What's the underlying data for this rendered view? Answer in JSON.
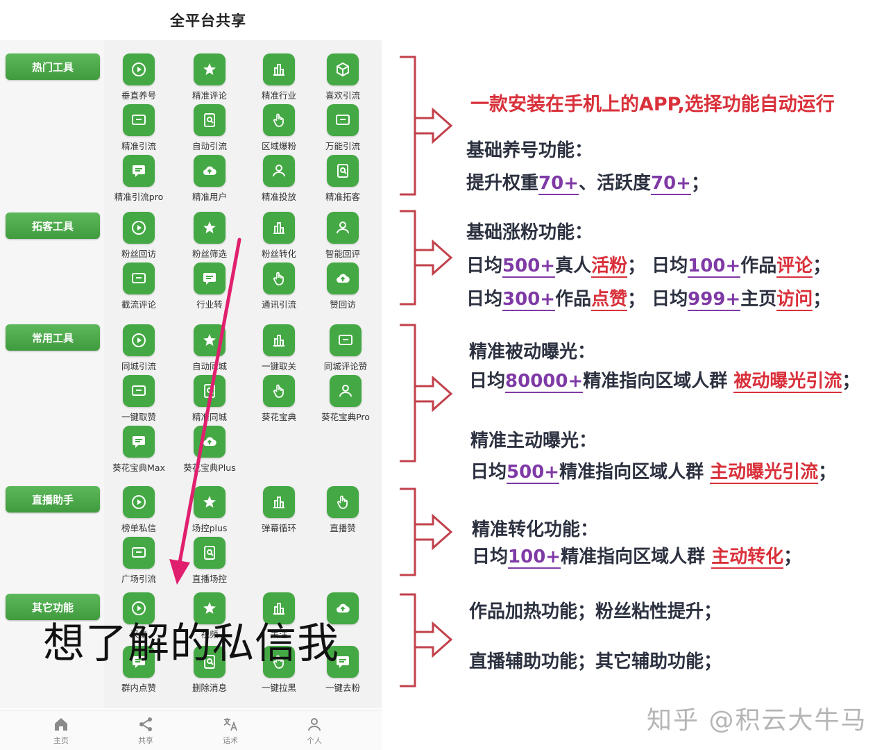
{
  "phone": {
    "title": "全平台共享",
    "categories": [
      {
        "label": "热门工具",
        "tools": [
          "垂直养号",
          "精准评论",
          "精准行业",
          "喜欢引流",
          "精准引流",
          "自动引流",
          "区域爆粉",
          "万能引流",
          "精准引流pro",
          "精准用户",
          "精准投放",
          "精准拓客"
        ]
      },
      {
        "label": "拓客工具",
        "tools": [
          "粉丝回访",
          "粉丝筛选",
          "粉丝转化",
          "智能回评",
          "截流评论",
          "行业转",
          "通讯引流",
          "赞回访"
        ]
      },
      {
        "label": "常用工具",
        "tools": [
          "同城引流",
          "自动同城",
          "一键取关",
          "同城评论赞",
          "一键取赞",
          "精准同城",
          "葵花宝典",
          "葵花宝典Pro",
          "葵花宝典Max",
          "葵花宝典Plus"
        ]
      },
      {
        "label": "直播助手",
        "tools": [
          "榜单私信",
          "场控plus",
          "弹幕循环",
          "直播赞",
          "广场引流",
          "直播场控"
        ]
      },
      {
        "label": "其它功能",
        "tools": [
          "采集",
          "视频",
          "关注",
          "群内点赞",
          "删除消息",
          "一键拉黑",
          "一键去粉"
        ]
      }
    ],
    "overlay_text": "想了解的私信我",
    "bottom_nav": [
      {
        "label": "主页",
        "icon": "home-icon"
      },
      {
        "label": "共享",
        "icon": "share-icon"
      },
      {
        "label": "话术",
        "icon": "translate-icon"
      },
      {
        "label": "个人",
        "icon": "person-icon"
      }
    ],
    "colors": {
      "accent_green": "#44a944",
      "arrow_pink": "#e0206e"
    }
  },
  "notes": {
    "headline": "一款安装在手机上的APP,选择功能自动运行",
    "groups": [
      {
        "lines": [
          {
            "parts": [
              "基础养号功能："
            ]
          },
          {
            "parts": [
              "提升权重",
              "70+",
              "、活跃度",
              "70+",
              "；"
            ]
          }
        ]
      },
      {
        "lines": [
          {
            "parts": [
              "基础涨粉功能："
            ]
          },
          {
            "parts": [
              "日均",
              "500+",
              "真人",
              "活粉",
              "；  日均",
              "100+",
              "作品",
              "评论",
              "；"
            ]
          },
          {
            "parts": [
              "日均",
              "300+",
              "作品",
              "点赞",
              "；  日均",
              "999+",
              "主页",
              "访问",
              "；"
            ]
          }
        ]
      },
      {
        "lines": [
          {
            "parts": [
              "精准被动曝光："
            ]
          },
          {
            "parts": [
              "日均",
              "80000+",
              "精准指向区域人群 ",
              "被动曝光引流",
              "；"
            ]
          },
          {
            "parts": [
              "精准主动曝光："
            ]
          },
          {
            "parts": [
              "日均",
              "500+",
              "精准指向区域人群 ",
              "主动曝光引流",
              "；"
            ]
          }
        ]
      },
      {
        "lines": [
          {
            "parts": [
              "精准转化功能："
            ]
          },
          {
            "parts": [
              "日均",
              "100+",
              "精准指向区域人群 ",
              "主动转化",
              "；"
            ]
          }
        ]
      },
      {
        "lines": [
          {
            "parts": [
              "作品加热功能；粉丝粘性提升；"
            ]
          },
          {
            "parts": [
              "直播辅助功能；其它辅助功能；"
            ]
          }
        ]
      }
    ],
    "watermark": "知乎 @积云大牛马"
  }
}
